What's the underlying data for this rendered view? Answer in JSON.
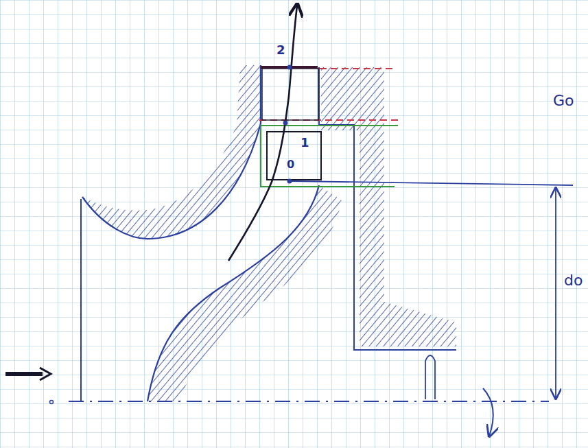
{
  "diagram": {
    "labels": [
      "2",
      "1",
      "0",
      "Go",
      "do"
    ]
  }
}
